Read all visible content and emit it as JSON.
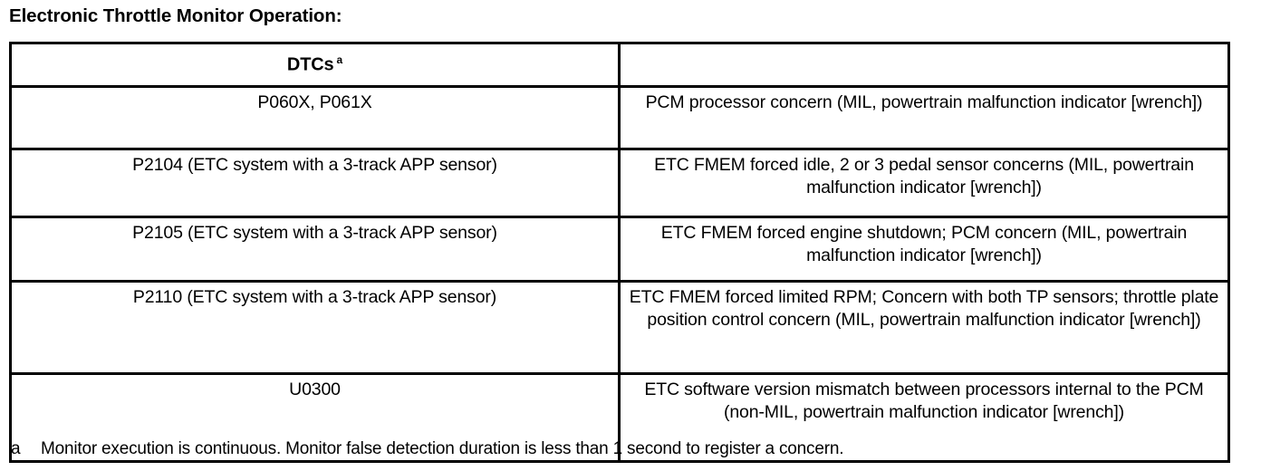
{
  "document": {
    "title": "Electronic Throttle Monitor Operation:"
  },
  "table": {
    "headers": {
      "dtcs": "DTCs",
      "dtcs_superscript": "a",
      "description": ""
    },
    "rows": [
      {
        "dtc": "P060X, P061X",
        "description": "PCM processor concern (MIL, powertrain malfunction indicator [wrench])"
      },
      {
        "dtc": "P2104 (ETC system with a 3-track APP sensor)",
        "description": "ETC FMEM  forced idle, 2 or 3 pedal sensor concerns (MIL, powertrain malfunction indicator [wrench])"
      },
      {
        "dtc": "P2105 (ETC system with a 3-track APP sensor)",
        "description": "ETC FMEM  forced engine shutdown; PCM concern (MIL, powertrain malfunction indicator [wrench])"
      },
      {
        "dtc": "P2110 (ETC system with a 3-track APP sensor)",
        "description": "ETC FMEM  forced limited RPM; Concern with both TP sensors; throttle plate position control concern (MIL, powertrain malfunction indicator [wrench])"
      },
      {
        "dtc": "U0300",
        "description": "ETC software version mismatch between processors internal to the PCM (non-MIL, powertrain malfunction indicator [wrench])"
      }
    ]
  },
  "footnote": {
    "marker": "a",
    "text": "Monitor execution is continuous. Monitor false detection duration is less than 1 second to register a concern."
  },
  "colors": {
    "text": "#000000",
    "background": "#ffffff",
    "border": "#000000"
  }
}
